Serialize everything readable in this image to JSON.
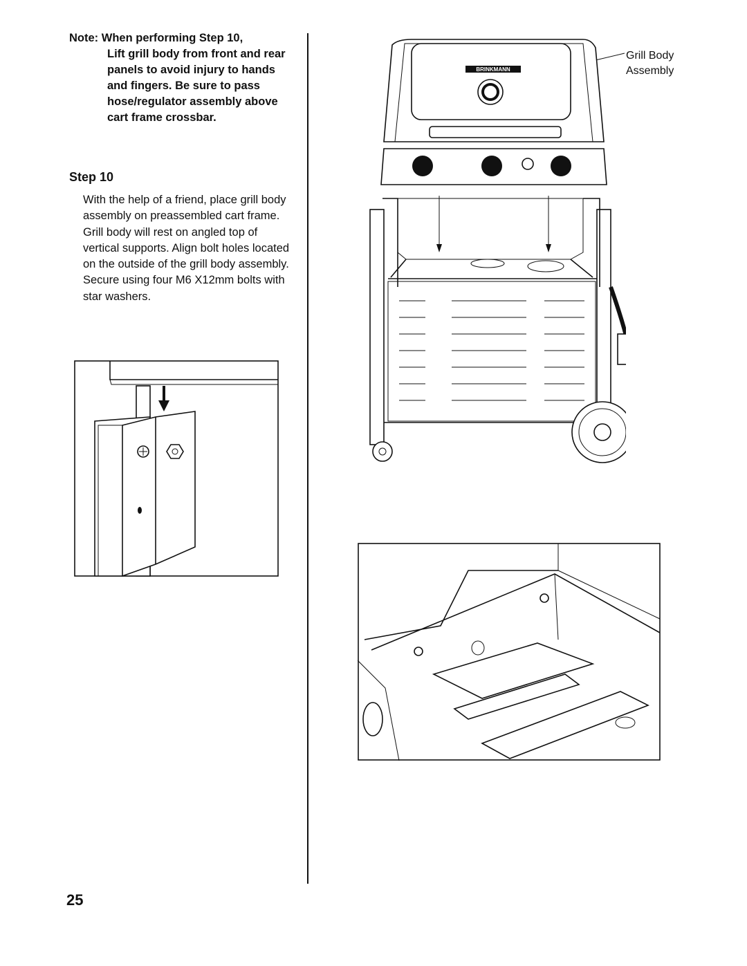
{
  "note": {
    "lead": "Note: When performing Step 10,",
    "body": "Lift grill body from front and rear panels to avoid injury to hands and fingers. Be sure to pass hose/regulator assembly above cart frame crossbar."
  },
  "step": {
    "heading": "Step 10",
    "body": "With the help of a friend, place grill body assembly on preassembled cart frame. Grill body will rest on angled top of vertical supports. Align bolt holes located on the outside of the grill body assembly. Secure using four M6 X12mm bolts with star washers."
  },
  "callout": {
    "line1": "Grill Body",
    "line2": "Assembly"
  },
  "logo_text": "BRINKMANN",
  "page_number": "25"
}
